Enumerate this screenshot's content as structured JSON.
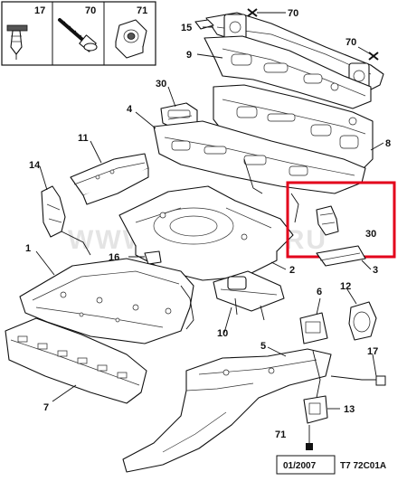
{
  "callouts": [
    "17",
    "70",
    "71",
    "70",
    "15",
    "70",
    "9",
    "30",
    "4",
    "11",
    "8",
    "14",
    "30",
    "1",
    "16",
    "2",
    "3",
    "6",
    "12",
    "10",
    "5",
    "17",
    "7",
    "13",
    "71"
  ],
  "watermark": "WWW.ELCATS.RU",
  "footer": {
    "date": "01/2007",
    "ref": "T7 72C01A"
  },
  "colors": {
    "highlight": "#e3001b",
    "line": "#111111"
  }
}
